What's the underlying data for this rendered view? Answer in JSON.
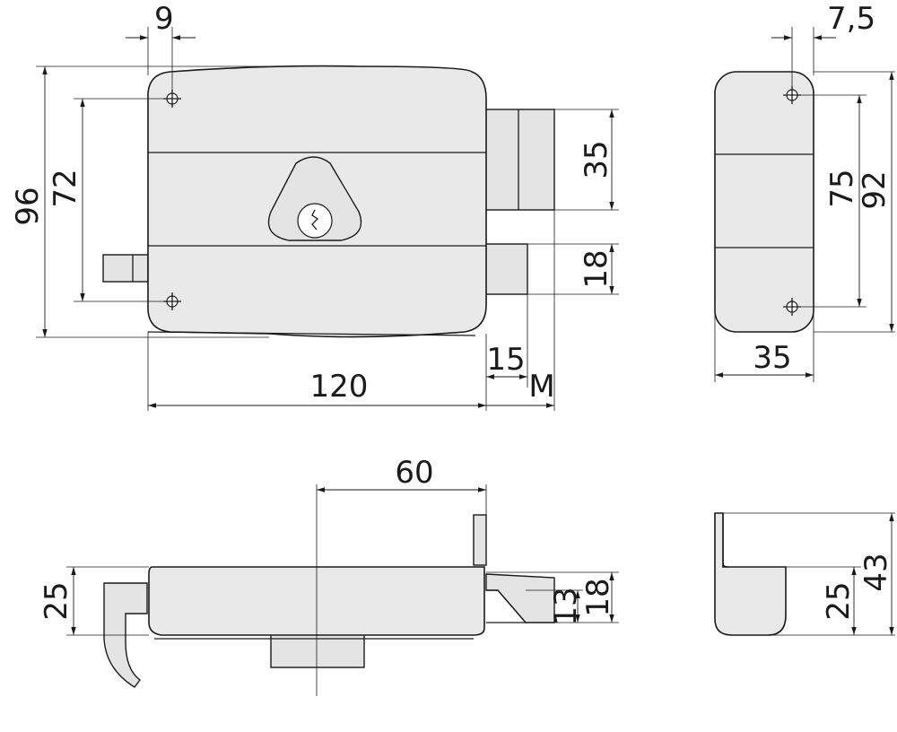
{
  "colors": {
    "ink": "#1a1a1a",
    "fill": "#e9e9e9",
    "background": "#ffffff"
  },
  "dimensions": {
    "front_hole_offset": "9",
    "front_total_height": "96",
    "front_hole_spacing": "72",
    "bolt_height": "35",
    "latch_height": "18",
    "front_width": "120",
    "latch_projection": "15",
    "latch_m": "M",
    "side_hole_offset": "7,5",
    "side_hole_spacing": "75",
    "side_total_height": "92",
    "side_depth": "35",
    "top_key_offset": "60",
    "top_hook_height": "25",
    "top_bolt_13": "13",
    "top_bolt_18": "18",
    "end_body_height": "25",
    "end_total_height": "43"
  }
}
